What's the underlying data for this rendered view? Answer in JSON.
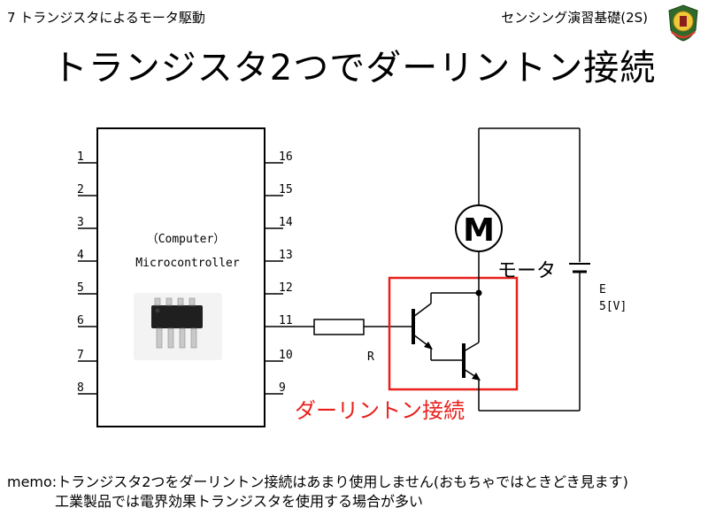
{
  "header": {
    "left": "7 トランジスタによるモータ駆動",
    "right": "センシング演習基礎(2S)"
  },
  "title": "トランジスタ2つでダーリントン接続",
  "chip": {
    "label_top": "（Computer）",
    "label_bottom": "Microcontroller",
    "pins_left": [
      "1",
      "2",
      "3",
      "4",
      "5",
      "6",
      "7",
      "8"
    ],
    "pins_right": [
      "16",
      "15",
      "14",
      "13",
      "12",
      "11",
      "10",
      "9"
    ]
  },
  "resistor_label": "R",
  "motor_symbol": "M",
  "motor_label": "モータ",
  "battery": {
    "name": "E",
    "voltage": "5[V]"
  },
  "darlington_label": "ダーリントン接続",
  "colors": {
    "highlight": "#e8201c"
  },
  "memo": {
    "line1": "memo:トランジスタ2つをダーリントン接続はあまり使用しません(おもちゃではときどき見ます)",
    "line2": "工業製品では電界効果トランジスタを使用する場合が多い"
  }
}
